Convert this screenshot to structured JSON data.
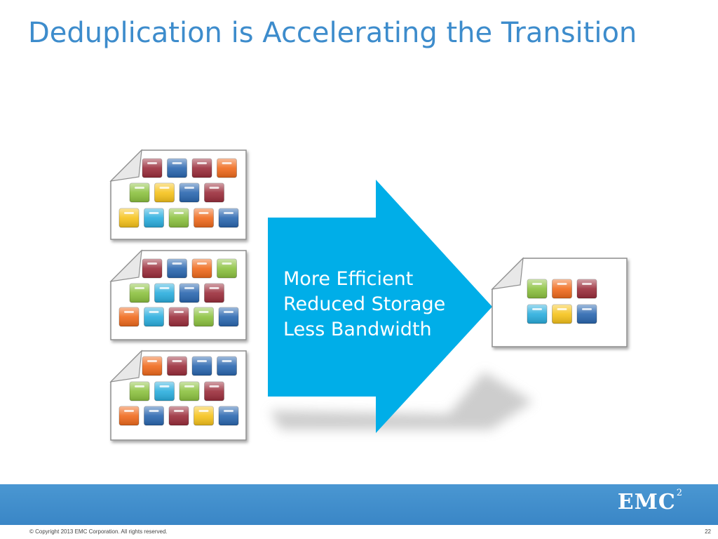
{
  "slide": {
    "title": "Deduplication is Accelerating the Transition",
    "arrow_lines": [
      "More Efficient",
      "Reduced Storage",
      "Less Bandwidth"
    ]
  },
  "footer": {
    "logo": "EMC",
    "logo_sup": "2",
    "copyright": "© Copyright 2013 EMC Corporation. All rights reserved.",
    "page_number": "22"
  },
  "colors": {
    "title": "#3d8ccc",
    "arrow": "#00aee8",
    "footer": "#3a86c6",
    "block_red": "#9b2d3b",
    "block_blue": "#2a67b0",
    "block_orange": "#f06a1c",
    "block_green": "#8cc23f",
    "block_yellow": "#f6c31b",
    "block_cyan": "#2aaede"
  },
  "documents": {
    "source_1": [
      [
        "red",
        "blue",
        "red",
        "orange"
      ],
      [
        "green",
        "yellow",
        "blue",
        "red"
      ],
      [
        "yellow",
        "cyan",
        "green",
        "orange",
        "blue"
      ]
    ],
    "source_2": [
      [
        "red",
        "blue",
        "orange",
        "green"
      ],
      [
        "green",
        "cyan",
        "blue",
        "red"
      ],
      [
        "orange",
        "cyan",
        "red",
        "green",
        "blue"
      ]
    ],
    "source_3": [
      [
        "orange",
        "red",
        "blue",
        "blue"
      ],
      [
        "green",
        "cyan",
        "green",
        "red"
      ],
      [
        "orange",
        "blue",
        "red",
        "yellow",
        "blue"
      ]
    ],
    "deduplicated": [
      [
        "green",
        "orange",
        "red"
      ],
      [
        "cyan",
        "yellow",
        "blue"
      ]
    ]
  }
}
